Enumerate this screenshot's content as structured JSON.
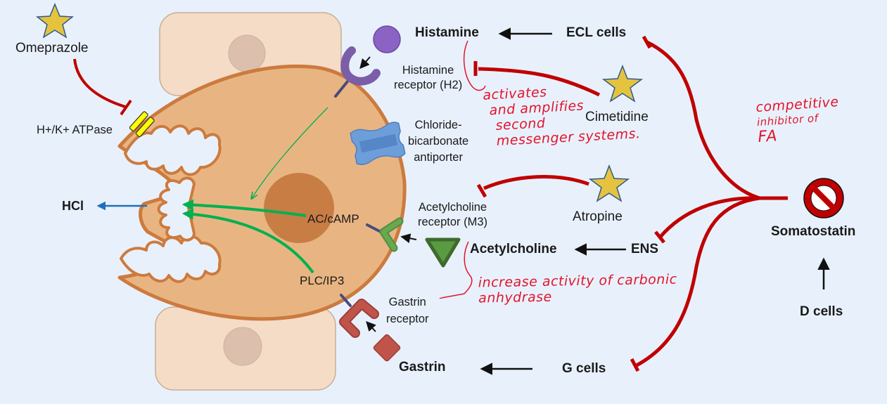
{
  "title": "Parietal cell acid secretion regulation",
  "colors": {
    "background": "#e8f1fb",
    "cell_fill": "#e8b582",
    "cell_outline": "#cd7a3e",
    "nucleus": "#c87d45",
    "neighbor_cell": "#f4dcc6",
    "inhibition": "#c00000",
    "pathway": "#00b050",
    "hcl_arrow": "#1f6fbf",
    "drug_star": "#e5c33f",
    "handwriting": "#e3142d"
  },
  "drugs": {
    "omeprazole": "Omeprazole",
    "cimetidine": "Cimetidine",
    "atropine": "Atropine"
  },
  "cell_labels": {
    "proton_pump": "H+/K+ ATPase",
    "hcl": "HCl",
    "ac_camp": "AC/cAMP",
    "plc_ip3": "PLC/IP3"
  },
  "receptors": {
    "h2": [
      "Histamine",
      "receptor (H2)"
    ],
    "antiporter": [
      "Chloride-",
      "bicarbonate",
      "antiporter"
    ],
    "m3": [
      "Acetylcholine",
      "receptor (M3)"
    ],
    "gastrin": [
      "Gastrin",
      "receptor"
    ]
  },
  "ligands": {
    "histamine": "Histamine",
    "acetylcholine": "Acetylcholine",
    "gastrin": "Gastrin"
  },
  "sources": {
    "ecl": "ECL cells",
    "ens": "ENS",
    "g": "G cells",
    "d": "D cells",
    "somatostatin": "Somatostatin"
  },
  "annotations": {
    "histamine_note": [
      "activates",
      "and amplifies",
      "second",
      "messenger systems."
    ],
    "gastrin_note": [
      "increase activity of carbonic",
      "anhydrase"
    ],
    "somatostatin_note": [
      "competitive",
      "inhibitor of",
      "FA"
    ]
  }
}
